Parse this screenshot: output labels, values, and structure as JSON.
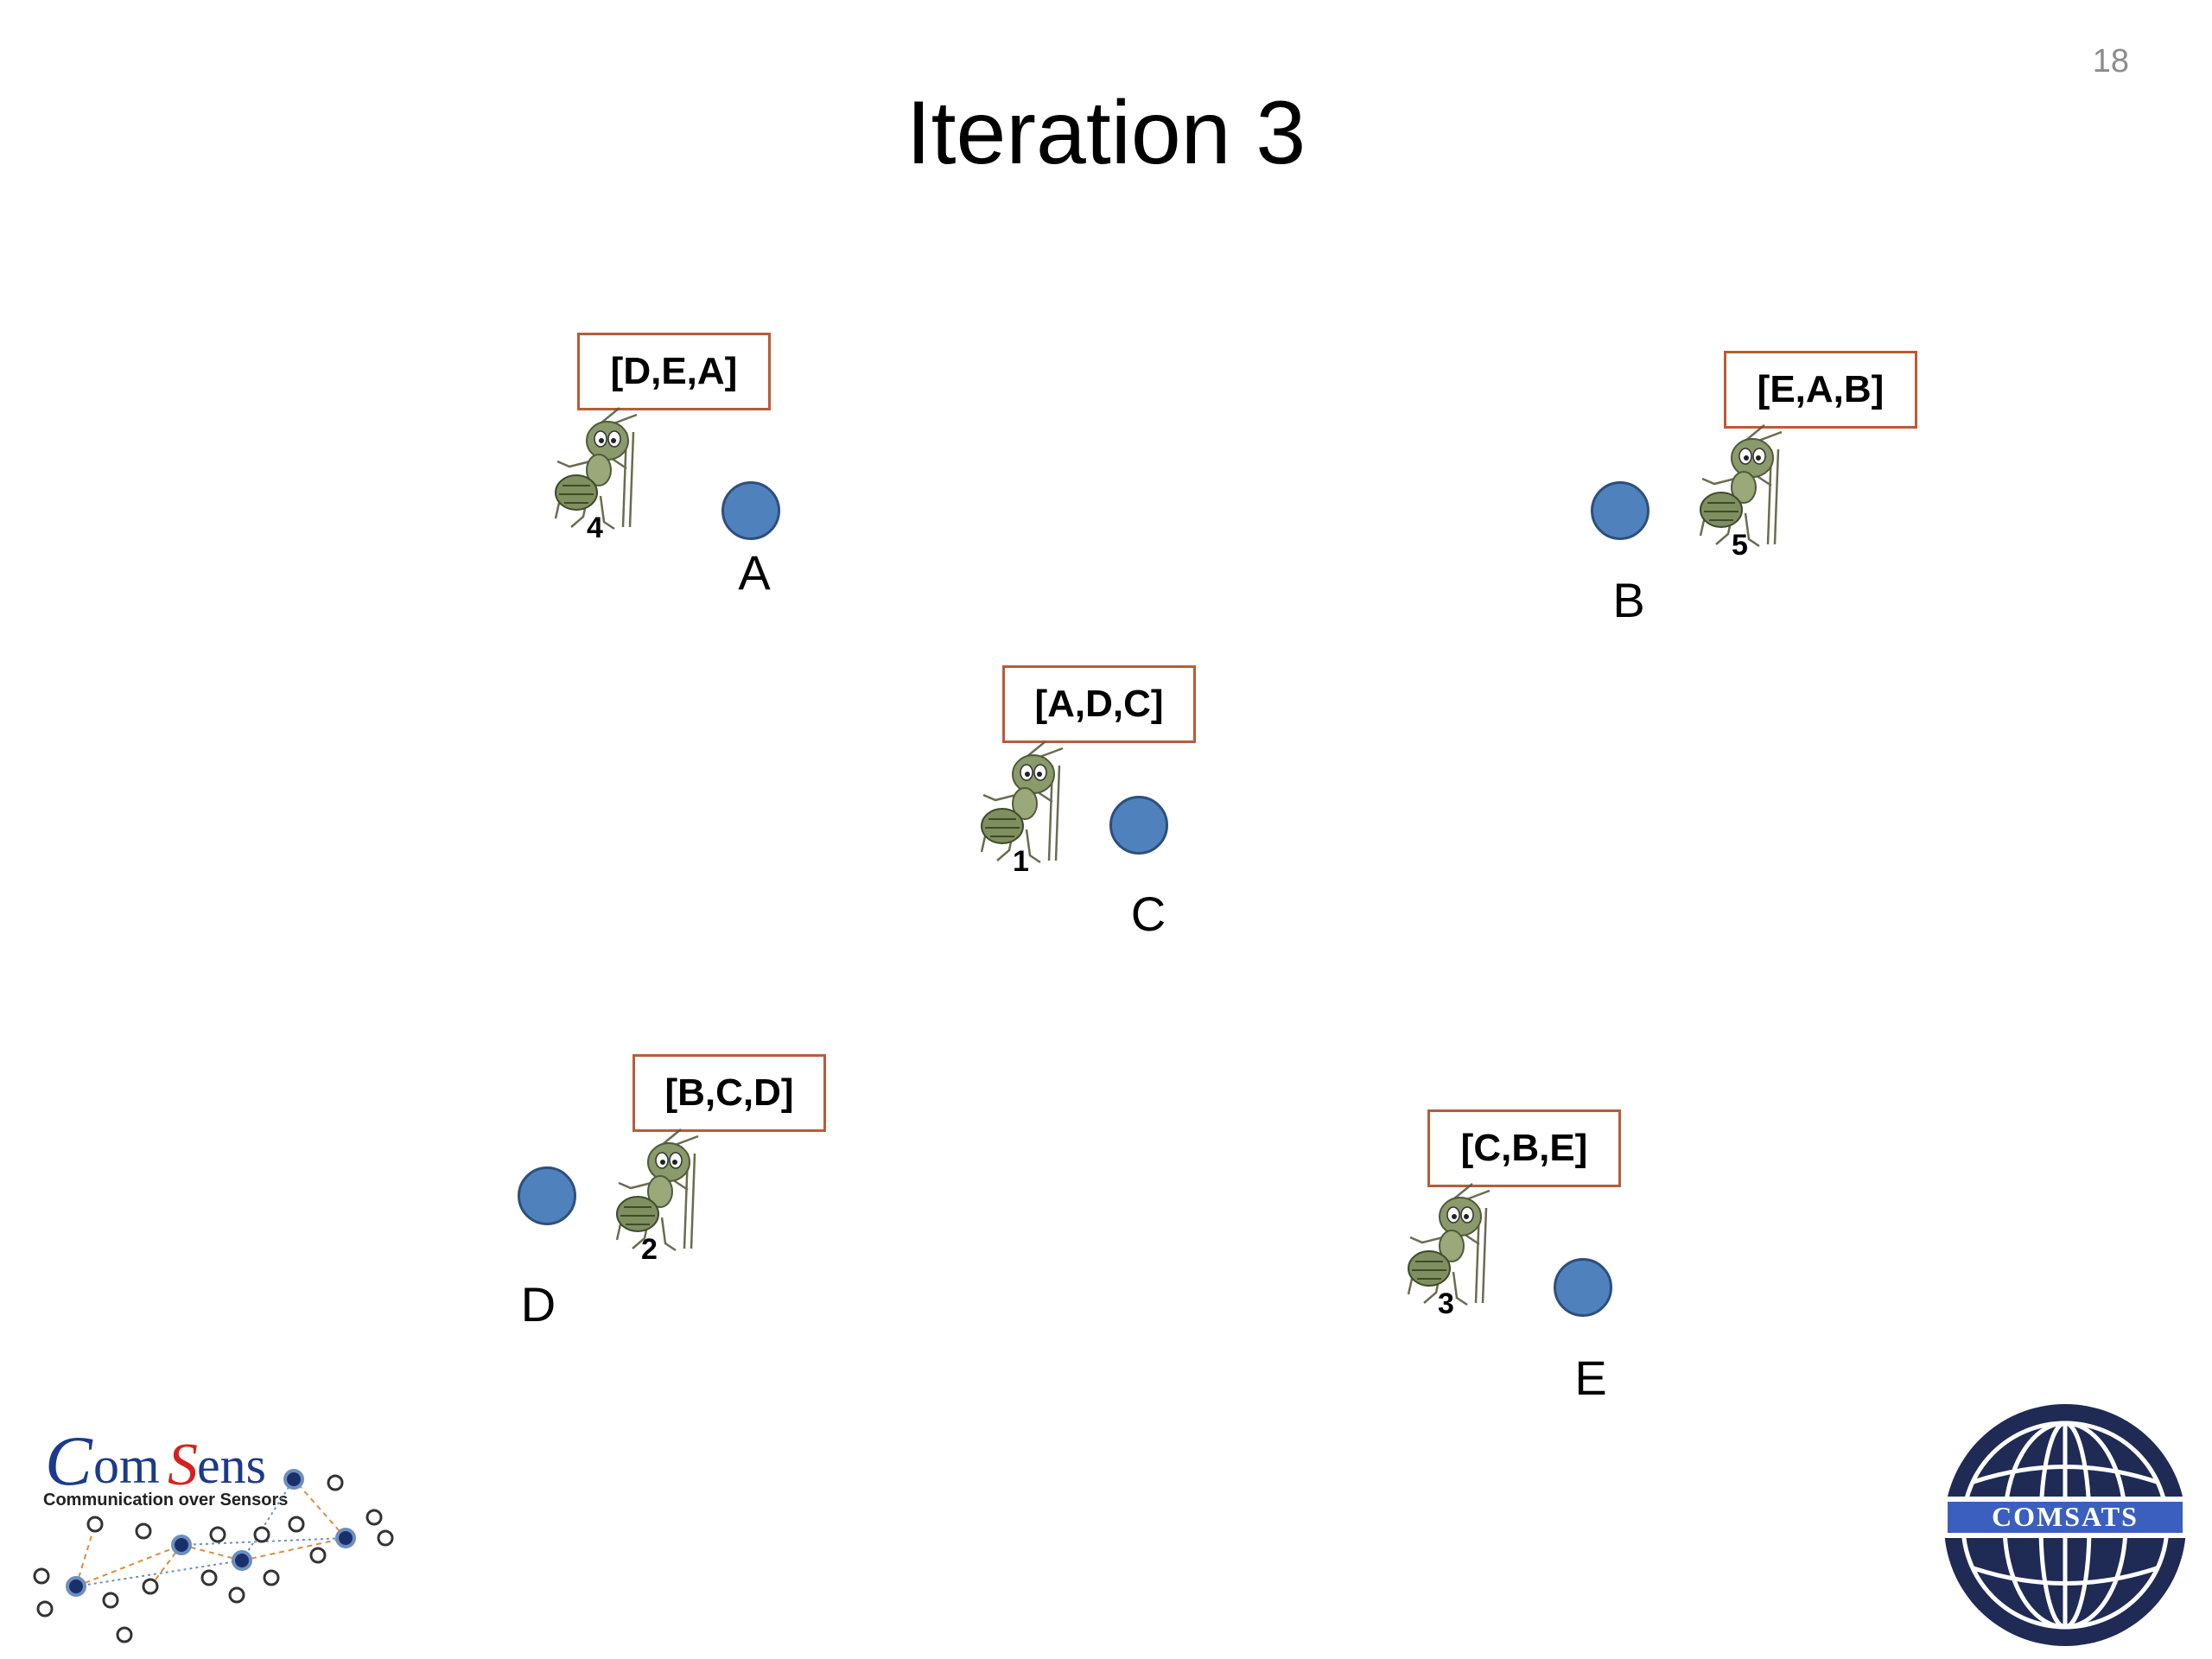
{
  "page_number": "18",
  "title": "Iteration 3",
  "nodes": [
    {
      "id": "A",
      "label": "A"
    },
    {
      "id": "B",
      "label": "B"
    },
    {
      "id": "C",
      "label": "C"
    },
    {
      "id": "D",
      "label": "D"
    },
    {
      "id": "E",
      "label": "E"
    }
  ],
  "ants": [
    {
      "number": "4",
      "tour": "[D,E,A]"
    },
    {
      "number": "5",
      "tour": "[E,A,B]"
    },
    {
      "number": "1",
      "tour": "[A,D,C]"
    },
    {
      "number": "2",
      "tour": "[B,C,D]"
    },
    {
      "number": "3",
      "tour": "[C,B,E]"
    }
  ],
  "logos": {
    "comsens": {
      "name": "ComSens",
      "tagline": "Communication over Sensors"
    },
    "comsats": {
      "name": "COMSATS"
    }
  },
  "colors": {
    "node_fill": "#4f81bd",
    "box_border": "#b85c38",
    "comsats_navy": "#1f2a55",
    "comsens_blue": "#1b3a8a",
    "comsens_red": "#d4231f"
  }
}
